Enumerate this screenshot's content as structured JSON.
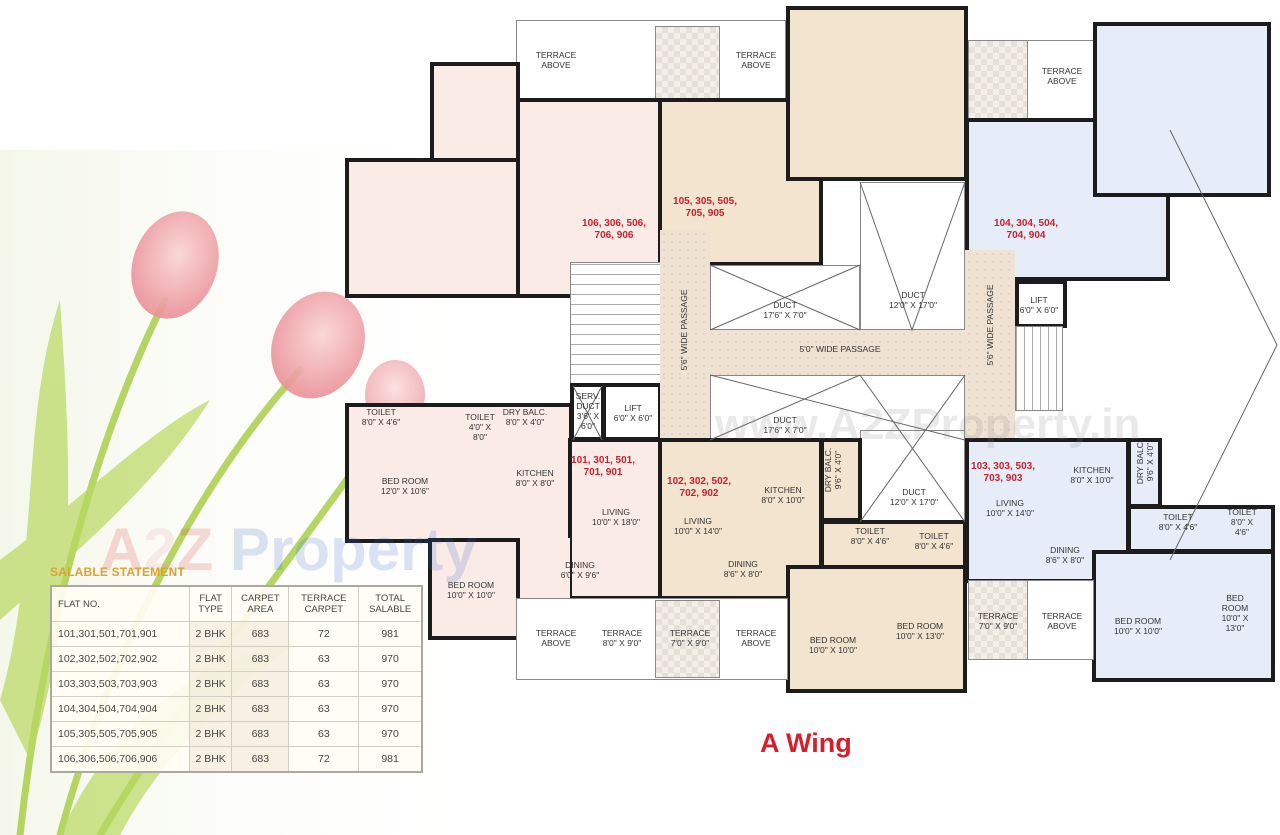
{
  "title": "A Wing",
  "watermarks": [
    "A2Z Property",
    "www.A2ZProperty.in"
  ],
  "colors": {
    "unit_label": "#c8202e",
    "wing_title": "#d4202c",
    "flat_pink": "#fbebe6",
    "flat_beige": "#f2e4cf",
    "flat_blue": "#e7edf8",
    "statement_title": "#e0a030"
  },
  "rooms": [
    "TERRACE\nABOVE",
    "TERRACE\nABOVE",
    "TERRACE\nABOVE",
    "106, 306, 506,\n706, 906",
    "105, 305, 505,\n705, 905",
    "104, 304, 504,\n704, 904",
    "DUCT\n17'6\" X 7'0\"",
    "DUCT\n12'0\" X 17'0\"",
    "5'6\" WIDE PASSAGE",
    "5'6\" WIDE PASSAGE",
    "5'0\" WIDE PASSAGE",
    "LIFT\n6'0\" X 6'0\"",
    "LIFT\n6'0\" X 6'0\"",
    "SERV.\nDUCT\n3'6\" X\n6'0\"",
    "TOILET\n8'0\" X 4'6\"",
    "TOILET\n4'0\" X\n8'0\"",
    "DRY BALC.\n8'0\" X 4'0\"",
    "BED ROOM\n12'0\" X 10'6\"",
    "KITCHEN\n8'0\" X 8'0\"",
    "101, 301, 501,\n701, 901",
    "LIVING\n10'0\" X 18'0\"",
    "DINING\n6'0\" X 9'6\"",
    "BED ROOM\n10'0\" X 10'0\"",
    "DUCT\n17'6\" X 7'0\"",
    "102, 302, 502,\n702, 902",
    "KITCHEN\n8'0\" X 10'0\"",
    "DRY BALC.\n9'6\" X 4'0\"",
    "DUCT\n12'0\" X 17'0\"",
    "LIVING\n10'0\" X 14'0\"",
    "TOILET\n8'0\" X 4'6\"",
    "TOILET\n8'0\" X 4'6\"",
    "DINING\n8'6\" X 8'0\"",
    "BED ROOM\n10'0\" X 13'0\"",
    "BED ROOM\n10'0\" X 10'0\"",
    "TERRACE\nABOVE",
    "TERRACE\n8'0\" X 9'0\"",
    "TERRACE\n7'0\" X 9'0\"",
    "TERRACE\nABOVE",
    "103, 303, 503,\n703, 903",
    "KITCHEN\n8'0\" X 10'0\"",
    "DRY BALC.\n9'6\" X 4'0\"",
    "LIVING\n10'0\" X 14'0\"",
    "TOILET\n8'0\" X 4'6\"",
    "TOILET\n8'0\" X 4'6\"",
    "DINING\n8'6\" X 8'0\"",
    "TERRACE\n7'0\" X 9'0\"",
    "TERRACE\nABOVE",
    "BED ROOM\n10'0\" X 10'0\"",
    "BED ROOM\n10'0\" X 13'0\""
  ],
  "salable_statement": {
    "title": "SALABLE STATEMENT",
    "headers": [
      "FLAT NO.",
      "FLAT TYPE",
      "CARPET AREA",
      "TERRACE CARPET",
      "TOTAL SALABLE"
    ],
    "rows": [
      [
        "101,301,501,701,901",
        "2 BHK",
        "683",
        "72",
        "981"
      ],
      [
        "102,302,502,702,902",
        "2 BHK",
        "683",
        "63",
        "970"
      ],
      [
        "103,303,503,703,903",
        "2 BHK",
        "683",
        "63",
        "970"
      ],
      [
        "104,304,504,704,904",
        "2 BHK",
        "683",
        "63",
        "970"
      ],
      [
        "105,305,505,705,905",
        "2 BHK",
        "683",
        "63",
        "970"
      ],
      [
        "106,306,506,706,906",
        "2 BHK",
        "683",
        "72",
        "981"
      ]
    ]
  }
}
